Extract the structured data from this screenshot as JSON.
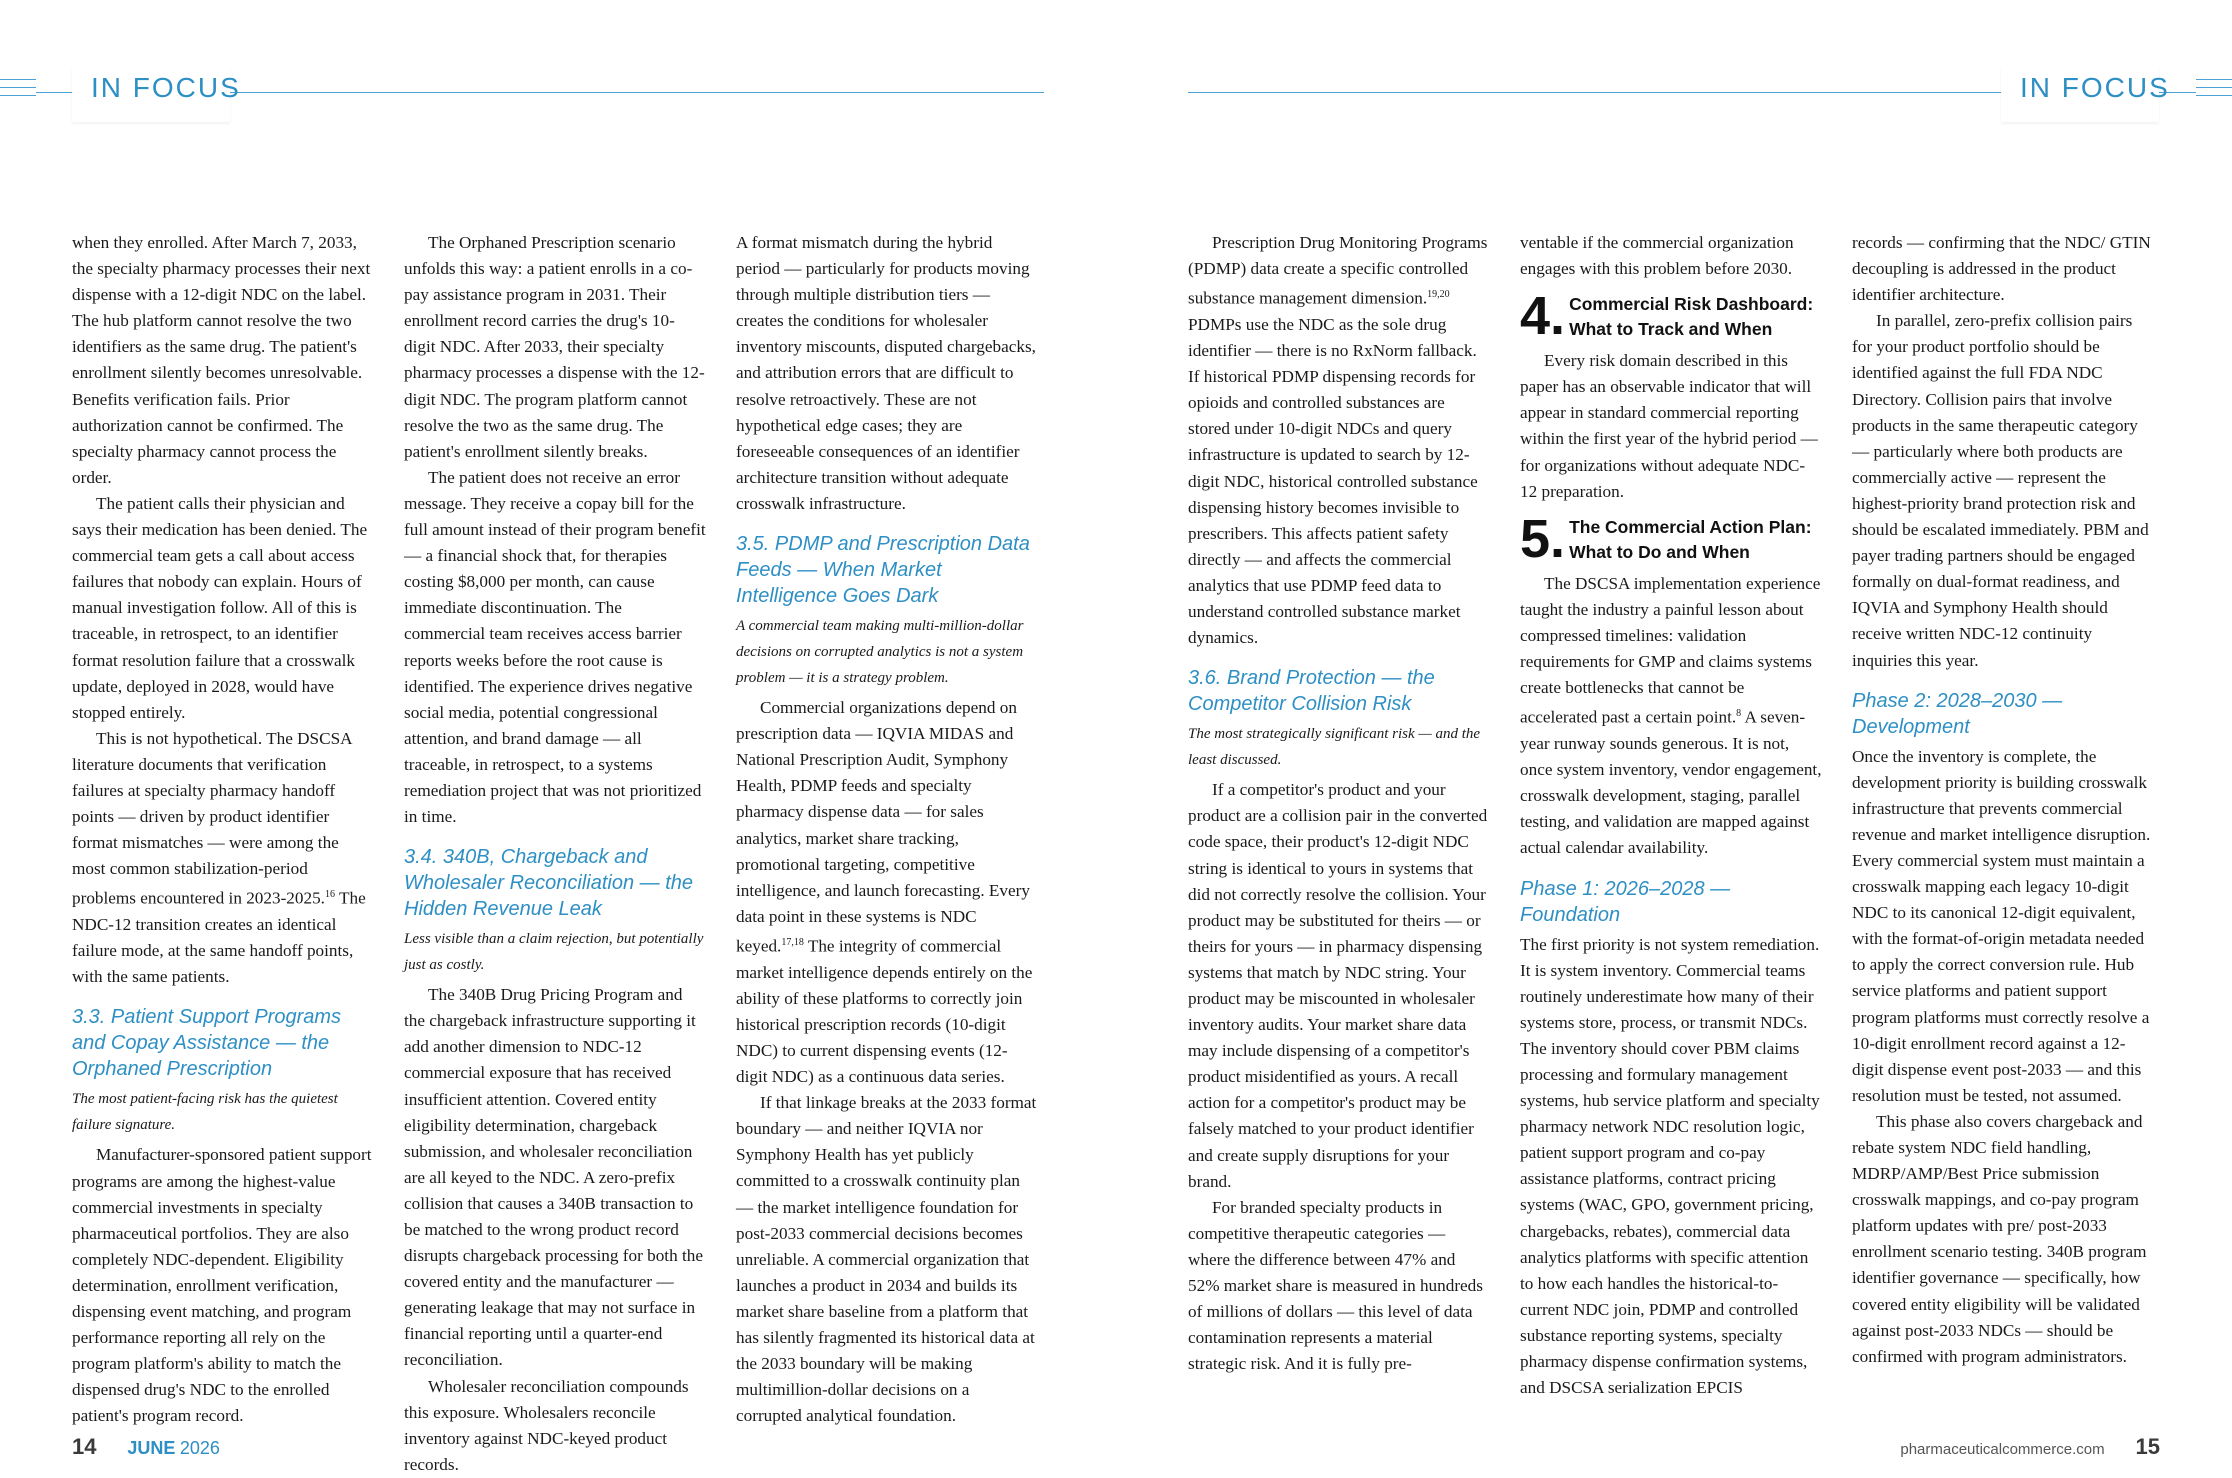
{
  "header": {
    "section_label": "IN FOCUS"
  },
  "footer": {
    "left_page_number": "14",
    "issue_month": "JUNE",
    "issue_year": "2026",
    "website": "pharmaceuticalcommerce.com",
    "right_page_number": "15"
  },
  "columns": {
    "c1": {
      "p1": "when they enrolled. After March 7, 2033, the specialty pharmacy processes their next dispense with a 12-digit NDC on the label. The hub platform cannot resolve the two identifiers as the same drug. The patient's enrollment silently becomes unresolvable. Benefits verification fails. Prior authorization cannot be confirmed. The specialty pharmacy cannot process the order.",
      "p2": "The patient calls their physician and says their medication has been denied. The commercial team gets a call about access failures that nobody can explain. Hours of manual investigation follow. All of this is traceable, in retrospect, to an identifier format resolution failure that a crosswalk update, deployed in 2028, would have stopped entirely.",
      "p3": "This is not hypothetical. The DSCSA literature documents that verification failures at specialty pharmacy handoff points — driven by product identifier format mismatches — were among the most common stabilization-period problems encountered in 2023-2025.",
      "p3_ref": "16",
      "p3_tail": " The NDC-12 transition creates an identical failure mode, at the same handoff points, with the same patients.",
      "h33": "3.3. Patient Support Programs and Copay Assistance — the Orphaned Prescription",
      "deck33": "The most patient-facing risk has the quietest failure signature.",
      "p4": "Manufacturer-sponsored patient support programs are among the highest-value commercial investments in specialty pharmaceutical portfolios. They are also completely NDC-dependent. Eligibility determination, enrollment verification, dispensing event matching, and program performance reporting all rely on the program platform's ability to match the dispensed drug's NDC to the enrolled patient's program record."
    },
    "c2": {
      "p1": "The Orphaned Prescription scenario unfolds this way: a patient enrolls in a co-pay assistance program in 2031. Their enrollment record carries the drug's 10-digit NDC. After 2033, their specialty pharmacy processes a dispense with the 12-digit NDC. The program platform cannot resolve the two as the same drug. The patient's enrollment silently breaks.",
      "p2": "The patient does not receive an error message. They receive a copay bill for the full amount instead of their program benefit — a financial shock that, for therapies costing $8,000 per month, can cause immediate discontinuation. The commercial team receives access barrier reports weeks before the root cause is identified. The experience drives negative social media, potential congressional attention, and brand damage — all traceable, in retrospect, to a systems remediation project that was not prioritized in time.",
      "h34": "3.4. 340B, Chargeback and Wholesaler Reconciliation — the Hidden Revenue Leak",
      "deck34": "Less visible than a claim rejection, but potentially just as costly.",
      "p3": "The 340B Drug Pricing Program and the chargeback infrastructure supporting it add another dimension to NDC-12 commercial exposure that has received insufficient attention. Covered entity eligibility determination, chargeback submission, and wholesaler reconciliation are all keyed to the NDC. A zero-prefix collision that causes a 340B transaction to be matched to the wrong product record disrupts chargeback processing for both the covered entity and the manufacturer — generating leakage that may not surface in financial reporting until a quarter-end reconciliation.",
      "p4": "Wholesaler reconciliation compounds this exposure. Wholesalers reconcile inventory against NDC-keyed product records."
    },
    "c3": {
      "p1": "A format mismatch during the hybrid period — particularly for products moving through multiple distribution tiers — creates the conditions for wholesaler inventory miscounts, disputed chargebacks, and attribution errors that are difficult to resolve retroactively. These are not hypothetical edge cases; they are foreseeable consequences of an identifier architecture transition without adequate crosswalk infrastructure.",
      "h35": "3.5. PDMP and Prescription Data Feeds — When Market Intelligence Goes Dark",
      "deck35": "A commercial team making multi-million-dollar decisions on corrupted analytics is not a system problem — it is a strategy problem.",
      "p2": "Commercial organizations depend on prescription data — IQVIA MIDAS and National Prescription Audit, Symphony Health, PDMP feeds and specialty pharmacy dispense data — for sales analytics, market share tracking, promotional targeting, competitive intelligence, and launch forecasting. Every data point in these systems is NDC keyed.",
      "p2_ref": "17,18",
      "p2_tail": " The integrity of commercial market intelligence depends entirely on the ability of these platforms to correctly join historical prescription records (10-digit NDC) to current dispensing events (12-digit NDC) as a continuous data series.",
      "p3": "If that linkage breaks at the 2033 format boundary — and neither IQVIA nor Symphony Health has yet publicly committed to a crosswalk continuity plan — the market intelligence foundation for post-2033 commercial decisions becomes unreliable. A commercial organization that launches a product in 2034 and builds its market share baseline from a platform that has silently fragmented its historical data at the 2033 boundary will be making multimillion-dollar decisions on a corrupted analytical foundation."
    },
    "c4": {
      "p1": "Prescription Drug Monitoring Programs (PDMP) data create a specific controlled substance management dimension.",
      "p1_ref": "19,20",
      "p1_tail": " PDMPs use the NDC as the sole drug identifier — there is no RxNorm fallback. If historical PDMP dispensing records for opioids and controlled substances are stored under 10-digit NDCs and query infrastructure is updated to search by 12-digit NDC, historical controlled substance dispensing history becomes invisible to prescribers. This affects patient safety directly — and affects the commercial analytics that use PDMP feed data to understand controlled substance market dynamics.",
      "h36": "3.6. Brand Protection — the Competitor Collision Risk",
      "deck36": "The most strategically significant risk — and the least discussed.",
      "p2": "If a competitor's product and your product are a collision pair in the converted code space, their product's 12-digit NDC string is identical to yours in systems that did not correctly resolve the collision. Your product may be substituted for theirs — or theirs for yours — in pharmacy dispensing systems that match by NDC string. Your product may be miscounted in wholesaler inventory audits. Your market share data may include dispensing of a competitor's product misidentified as yours. A recall action for a competitor's product may be falsely matched to your product identifier and create supply disruptions for your brand.",
      "p3": "For branded specialty products in competitive therapeutic categories — where the difference between 47% and 52% market share is measured in hundreds of millions of dollars — this level of data contamination represents a material strategic risk. And it is fully pre-"
    },
    "c5": {
      "p1": "ventable if the commercial organization engages with this problem before 2030.",
      "s4_num": "4",
      "s4_title": "Commercial Risk Dashboard: What to Track and When",
      "p2": "Every risk domain described in this paper has an observable indicator that will appear in standard commercial reporting within the first year of the hybrid period — for organizations without adequate NDC-12 preparation.",
      "s5_num": "5",
      "s5_title": "The Commercial Action Plan: What to Do and When",
      "p3": "The DSCSA implementation experience taught the industry a painful lesson about compressed timelines: validation requirements for GMP and claims systems create bottlenecks that cannot be accelerated past a certain point.",
      "p3_ref": "8",
      "p3_tail": " A seven-year runway sounds generous. It is not, once system inventory, vendor engagement, crosswalk development, staging, parallel testing, and validation are mapped against actual calendar availability.",
      "h_phase1": "Phase 1: 2026–2028 — Foundation",
      "p4": "The first priority is not system remediation. It is system inventory. Commercial teams routinely underestimate how many of their systems store, process, or transmit NDCs. The inventory should cover PBM claims processing and formulary management systems, hub service platform and specialty pharmacy network NDC resolution logic, patient support program and co-pay assistance platforms, contract pricing systems (WAC, GPO, government pricing, chargebacks, rebates), commercial data analytics platforms with specific attention to how each handles the historical-to-current NDC join, PDMP and controlled substance reporting systems, specialty pharmacy dispense confirmation systems, and DSCSA serialization EPCIS"
    },
    "c6": {
      "p1": "records — confirming that the NDC/ GTIN decoupling is addressed in the product identifier architecture.",
      "p2": "In parallel, zero-prefix collision pairs for your product portfolio should be identified against the full FDA NDC Directory. Collision pairs that involve products in the same therapeutic category — particularly where both products are commercially active — represent the highest-priority brand protection risk and should be escalated immediately. PBM and payer trading partners should be engaged formally on dual-format readiness, and IQVIA and Symphony Health should receive written NDC-12 continuity inquiries this year.",
      "h_phase2": "Phase 2: 2028–2030 — Development",
      "p3": "Once the inventory is complete, the development priority is building crosswalk infrastructure that prevents commercial revenue and market intelligence disruption. Every commercial system must maintain a crosswalk mapping each legacy 10-digit NDC to its canonical 12-digit equivalent, with the format-of-origin metadata needed to apply the correct conversion rule. Hub service platforms and patient support program platforms must correctly resolve a 10-digit enrollment record against a 12-digit dispense event post-2033 — and this resolution must be tested, not assumed.",
      "p4": "This phase also covers chargeback and rebate system NDC field handling, MDRP/AMP/Best Price submission crosswalk mappings, and co-pay program platform updates with pre/ post-2033 enrollment scenario testing. 340B program identifier governance — specifically, how covered entity eligibility will be validated against post-2033 NDCs — should be confirmed with program administrators."
    }
  },
  "colors": {
    "accent": "#2e8fc4",
    "rule": "#4aa3d4",
    "text": "#1a1a1a"
  }
}
